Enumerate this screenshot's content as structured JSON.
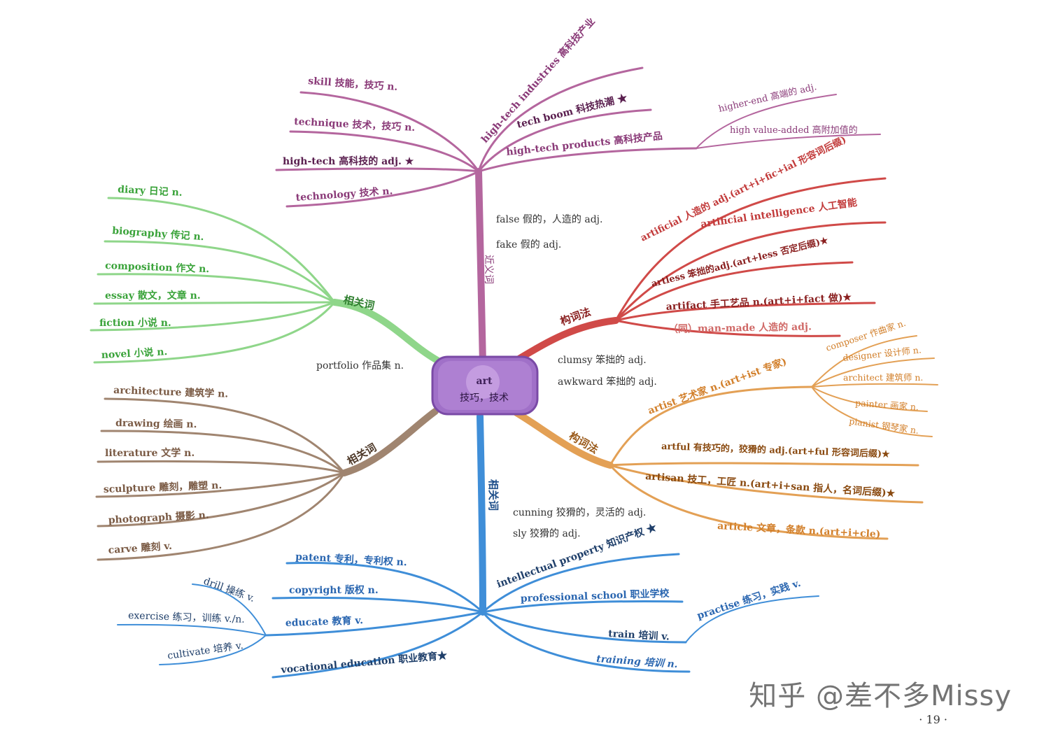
{
  "colors": {
    "purple": "#b4669e",
    "green": "#8fd68a",
    "brown": "#a08570",
    "blue": "#3f8ed8",
    "red": "#d04a48",
    "orange": "#e3a055",
    "center": "#a070c8"
  },
  "center": {
    "title": "art",
    "subtitle": "技巧，技术"
  },
  "top": {
    "skill": "skill 技能，技巧 n.",
    "technique": "technique 技术，技巧 n.",
    "hightech": "high-tech 高科技的 adj. ★",
    "technology": "technology 技术 n.",
    "industries": "high-tech industries 高科技产业",
    "boom": "tech boom 科技热潮 ★",
    "products": "high-tech products 高科技产品",
    "higherend": "higher-end 高端的 adj.",
    "valueadded": "high value-added 高附加值的",
    "syn_label": "近义词",
    "false": "false 假的，人造的 adj.",
    "fake": "fake 假的 adj."
  },
  "green": {
    "label": "相关词",
    "items": [
      "diary 日记 n.",
      "biography 传记 n.",
      "composition 作文 n.",
      "essay 散文，文章 n.",
      "fiction 小说 n.",
      "novel 小说 n."
    ]
  },
  "portfolio": "portfolio 作品集 n.",
  "brown": {
    "label": "相关词",
    "items": [
      "architecture 建筑学 n.",
      "drawing 绘画 n.",
      "literature 文学 n.",
      "sculpture 雕刻，雕塑 n.",
      "photograph 摄影 n.",
      "carve 雕刻 v."
    ]
  },
  "red": {
    "label": "构词法",
    "artificial": "artificial 人造的 adj.(art+i+fic+ial 形容词后缀)",
    "ai": "artificial intelligence 人工智能",
    "artless": "artless 笨拙的adj.(art+less 否定后缀)★",
    "artifact": "artifact 手工艺品 n.(art+i+fact 做)★",
    "manmade": "（同）man-made 人造的 adj.",
    "clumsy": "clumsy 笨拙的 adj.",
    "awkward": "awkward 笨拙的 adj."
  },
  "orange": {
    "label": "构词法",
    "artist": "artist 艺术家 n.(art+ist 专家)",
    "composer": "composer 作曲家 n.",
    "designer": "designer 设计师 n.",
    "architect": "architect 建筑师 n.",
    "painter": "painter 画家 n.",
    "pianist": "pianist 钢琴家 n.",
    "artful": "artful 有技巧的，狡猾的 adj.(art+ful 形容词后缀)★",
    "artisan": "artisan 技工，工匠 n.(art+i+san 指人，名词后缀)★",
    "article": "article 文章，条款 n.(art+i+cle)",
    "cunning": "cunning 狡猾的，灵活的 adj.",
    "sly": "sly 狡猾的 adj."
  },
  "blue": {
    "label": "相关词",
    "patent": "patent 专利，专利权 n.",
    "copyright": "copyright 版权 n.",
    "educate": "educate 教育 v.",
    "drill": "drill 操练 v.",
    "exercise": "exercise 练习，训练 v./n.",
    "cultivate": "cultivate 培养 v.",
    "vocational": "vocational education 职业教育★",
    "ip": "intellectual property 知识产权 ★",
    "professional": "professional school 职业学校",
    "train": "train 培训 v.",
    "practise": "practise 练习，实践 v.",
    "training": "training 培训 n."
  },
  "footer": {
    "watermark": "知乎 @差不多Missy",
    "page": "· 19 ·"
  }
}
